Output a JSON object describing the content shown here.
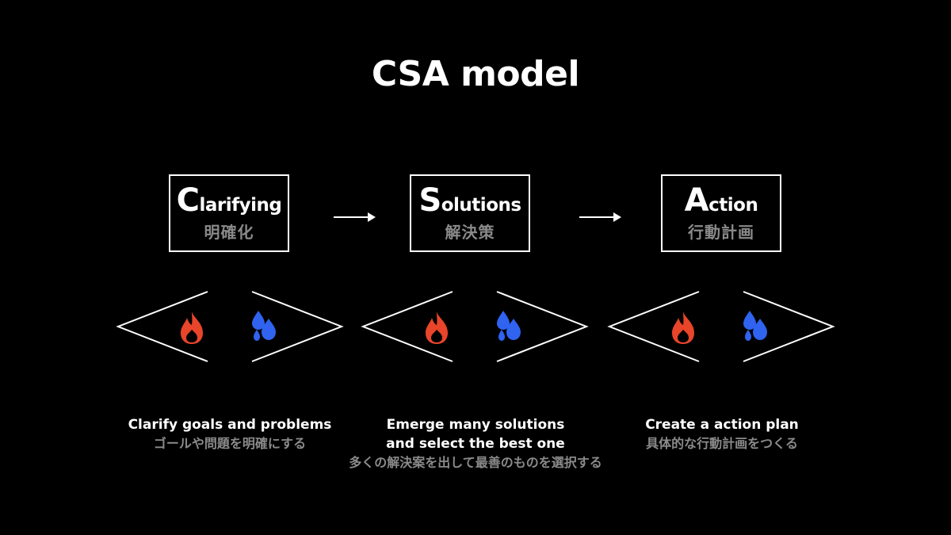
{
  "title": "CSA model",
  "colors": {
    "background": "#000000",
    "fire": "#e8452a",
    "water": "#2f63f0",
    "subtext": "#8a8a8a"
  },
  "icons": [
    "fire-icon",
    "water-drops-icon"
  ],
  "stages": [
    {
      "initial": "C",
      "rest": "larifying",
      "jp": "明確化",
      "desc_en": [
        "Clarify goals and problems"
      ],
      "desc_jp": "ゴールや問題を明確にする"
    },
    {
      "initial": "S",
      "rest": "olutions",
      "jp": "解決策",
      "desc_en": [
        "Emerge many solutions",
        "and select the best one"
      ],
      "desc_jp": "多くの解決案を出して最善のものを選択する"
    },
    {
      "initial": "A",
      "rest": "ction",
      "jp": "行動計画",
      "desc_en": [
        "Create a action plan"
      ],
      "desc_jp": "具体的な行動計画をつくる"
    }
  ]
}
